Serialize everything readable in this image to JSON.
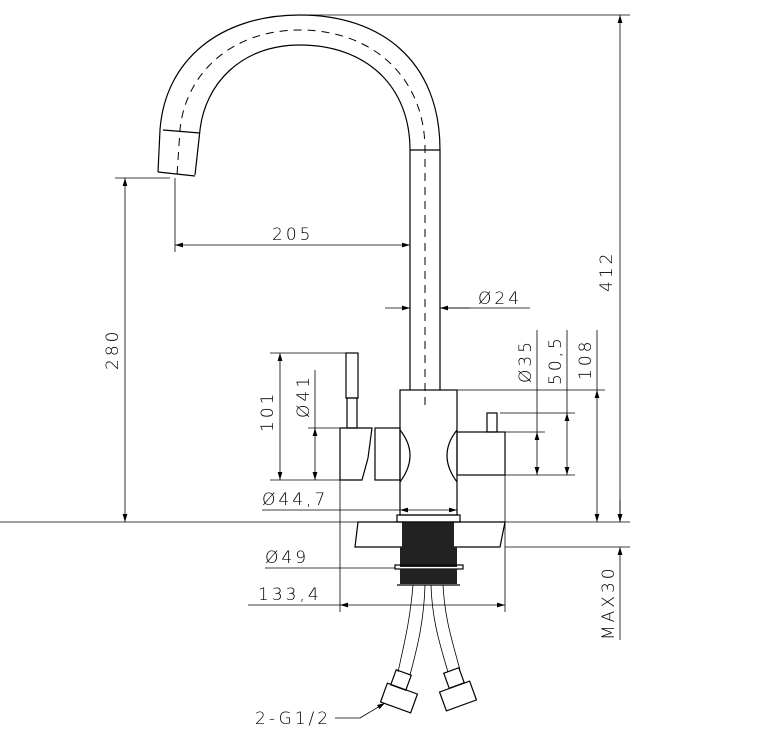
{
  "drawing": {
    "dimensions": {
      "spout_reach": "205",
      "spout_diameter": "Ø24",
      "total_height": "412",
      "spout_height": "280",
      "lever_height": "101",
      "handle_diameter": "Ø41",
      "valve_diameter": "Ø35",
      "valve_height": "50,5",
      "body_height": "108",
      "body_diameter": "Ø44,7",
      "base_diameter": "Ø49",
      "overall_width": "133,4",
      "max_deck_thickness": "MAX30",
      "connection": "2-G1/2"
    }
  }
}
